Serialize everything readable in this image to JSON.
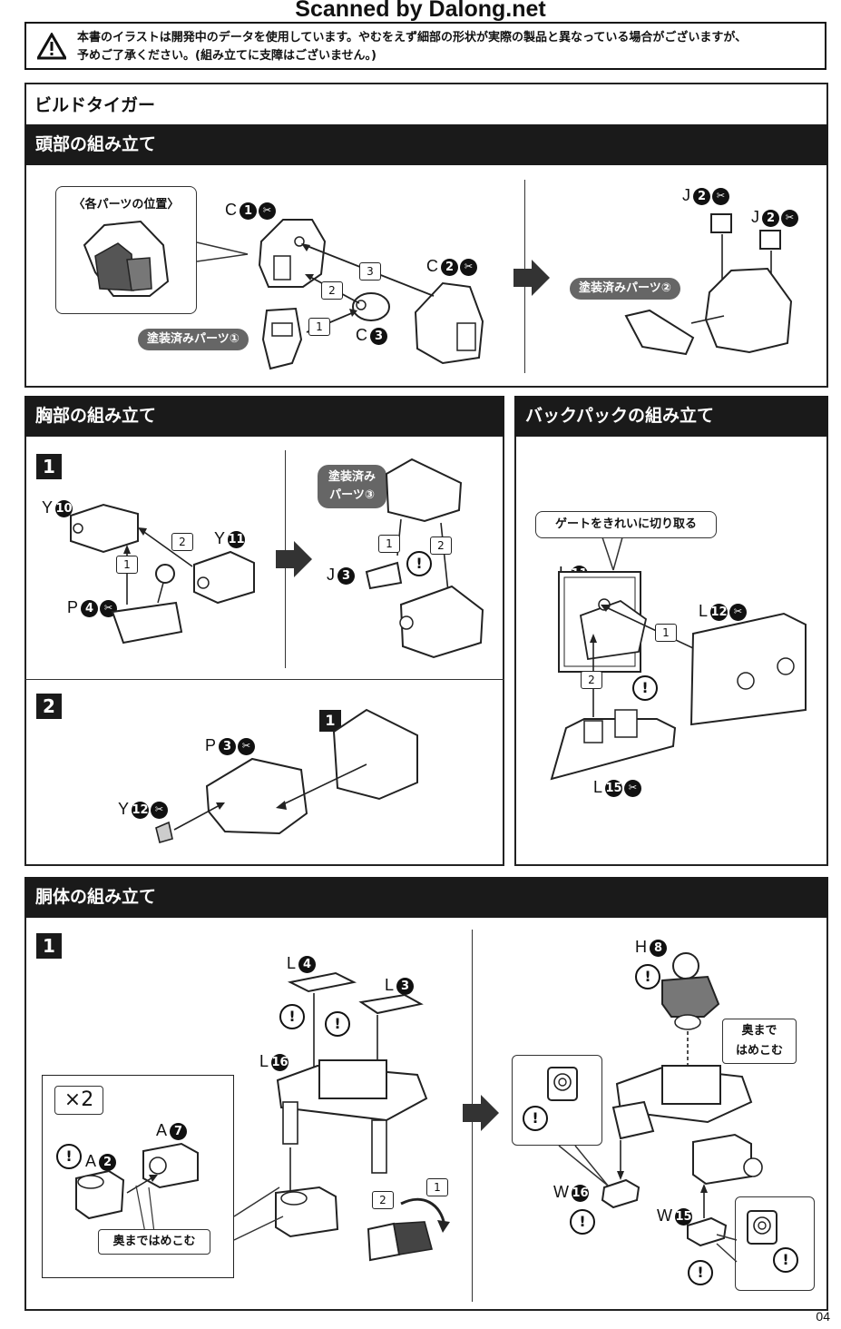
{
  "scanner_credit": "Scanned by Dalong.net",
  "notice": {
    "icon": "warning-icon",
    "line1": "本書のイラストは開発中のデータを使用しています。やむをえず細部の形状が実際の製品と異なっている場合がございますが、",
    "line2": "予めご了承ください。(組み立てに支障はございません。)"
  },
  "kit_title": "ビルドタイガー",
  "head_section": {
    "title": "頭部の組み立て",
    "callout_positions": "〈各パーツの位置〉",
    "painted_part_1": "塗装済みパーツ①",
    "painted_part_2": "塗装済みパーツ②",
    "labels": {
      "c1": "C",
      "c1_num": "1",
      "c2": "C",
      "c2_num": "2",
      "c3": "C",
      "c3_num": "3",
      "j2a": "J",
      "j2a_num": "2",
      "j2b": "J",
      "j2b_num": "2"
    },
    "steps": [
      "1",
      "2",
      "3"
    ]
  },
  "chest_section": {
    "title": "胸部の組み立て",
    "step1": "1",
    "step2": "2",
    "painted_part_3_line1": "塗装済み",
    "painted_part_3_line2": "パーツ③",
    "labels": {
      "y10": "Y",
      "y10_num": "10",
      "y11": "Y",
      "y11_num": "11",
      "p4": "P",
      "p4_num": "4",
      "j3": "J",
      "j3_num": "3",
      "p3": "P",
      "p3_num": "3",
      "y12": "Y",
      "y12_num": "12"
    },
    "ref_step": "1"
  },
  "backpack_section": {
    "title": "バックパックの組み立て",
    "gate_note": "ゲートをきれいに切り取る",
    "labels": {
      "l11": "L",
      "l11_num": "11",
      "l12": "L",
      "l12_num": "12",
      "l15": "L",
      "l15_num": "15"
    }
  },
  "body_section": {
    "title": "胴体の組み立て",
    "step1": "1",
    "times": "×2",
    "push_in": "奥まではめこむ",
    "push_in_2_line1": "奥まで",
    "push_in_2_line2": "はめこむ",
    "labels": {
      "l4": "L",
      "l4_num": "4",
      "l3": "L",
      "l3_num": "3",
      "l16": "L",
      "l16_num": "16",
      "a7": "A",
      "a7_num": "7",
      "a2": "A",
      "a2_num": "2",
      "h8": "H",
      "h8_num": "8",
      "w16": "W",
      "w16_num": "16",
      "w15": "W",
      "w15_num": "15"
    }
  },
  "page_number": "04"
}
